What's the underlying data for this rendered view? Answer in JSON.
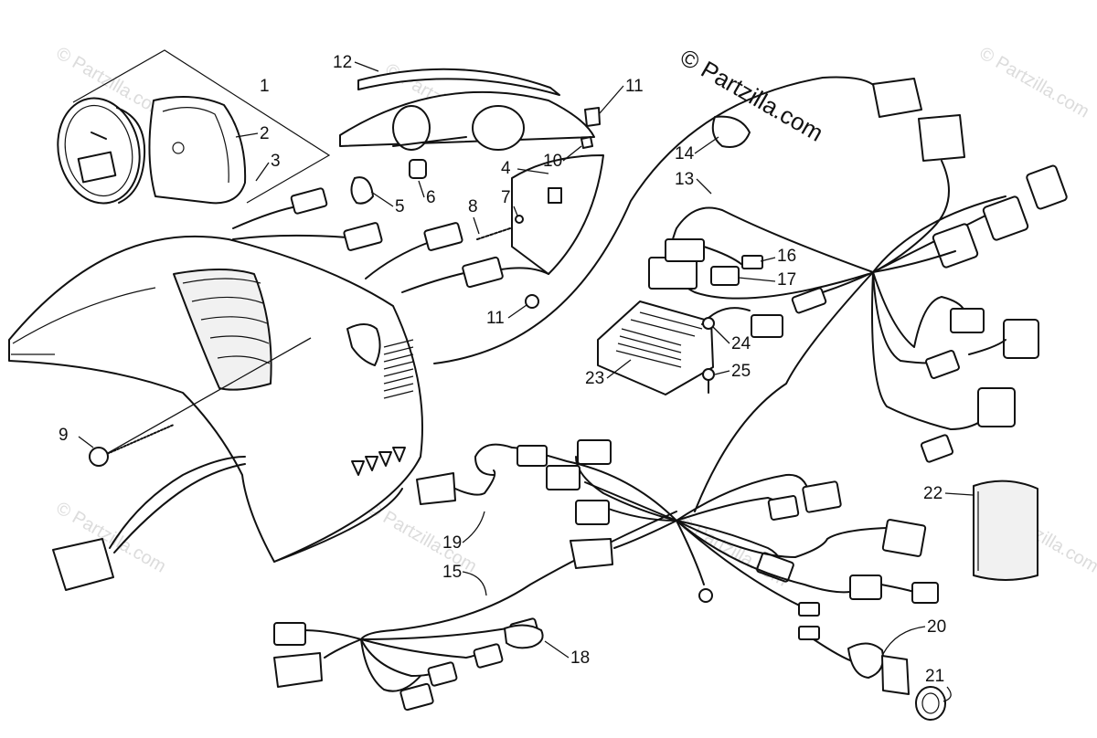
{
  "copyright": "© Partzilla.com",
  "watermark": "© Partzilla.com",
  "callouts": {
    "c1": "1",
    "c2": "2",
    "c3": "3",
    "c4": "4",
    "c5": "5",
    "c6": "6",
    "c7": "7",
    "c8": "8",
    "c9": "9",
    "c10": "10",
    "c11a": "11",
    "c11b": "11",
    "c12": "12",
    "c13": "13",
    "c14": "14",
    "c15": "15",
    "c16": "16",
    "c17": "17",
    "c18": "18",
    "c19": "19",
    "c20": "20",
    "c21": "21",
    "c22": "22",
    "c23": "23",
    "c24": "24",
    "c25": "25"
  }
}
